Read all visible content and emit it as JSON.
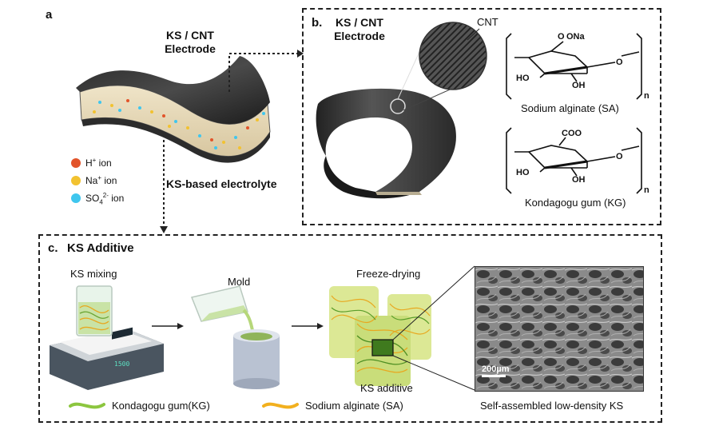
{
  "panel_a": {
    "letter": "a",
    "electrode_line1": "KS / CNT",
    "electrode_line2": "Electrode",
    "electrolyte": "KS-based electrolyte",
    "ions": [
      {
        "label": "H",
        "sup": "+",
        "rest": " ion",
        "color": "#e2542a"
      },
      {
        "label": "Na",
        "sup": "+",
        "rest": " ion",
        "color": "#f2c230"
      },
      {
        "label": "SO",
        "sub": "4",
        "sup": "2-",
        "rest": " ion",
        "color": "#3fc6ee"
      }
    ]
  },
  "panel_b": {
    "letter": "b.",
    "title_line1": "KS / CNT",
    "title_line2": "Electrode",
    "cnt_label": "CNT",
    "sa_caption": "Sodium alginate (SA)",
    "kg_caption": "Kondagogu gum (KG)",
    "sa_group": "ONa",
    "sa_o": "O",
    "kg_group": "COO",
    "ho": "HO",
    "oh": "OH",
    "o": "O",
    "n": "n"
  },
  "panel_c": {
    "letter": "c.",
    "title": "KS Additive",
    "steps": [
      "KS mixing",
      "Mold",
      "Freeze-drying"
    ],
    "ks_additive": "KS additive",
    "scale_bar": "200µm",
    "sem_caption": "Self-assembled low-density KS",
    "stirrer_display": "1500",
    "legend": [
      {
        "label": "Kondagogu gum(KG)",
        "color": "#8cc63f"
      },
      {
        "label": "Sodium alginate (SA)",
        "color": "#f2b01e"
      }
    ]
  }
}
